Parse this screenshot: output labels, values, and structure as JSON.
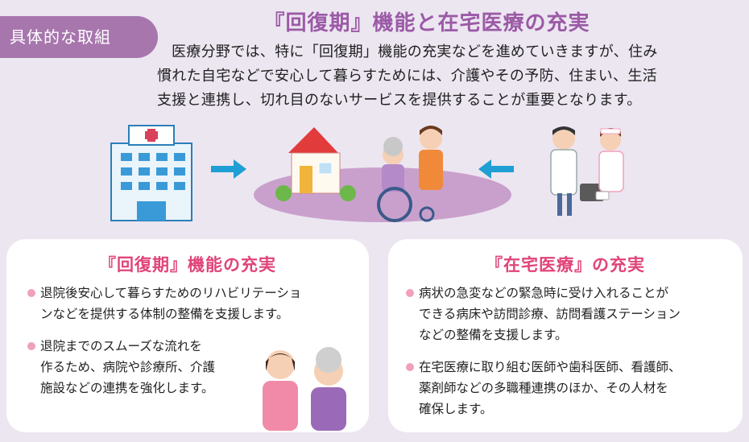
{
  "tag": {
    "label": "具体的な取組"
  },
  "title": "『回復期』機能と在宅医療の充実",
  "intro": {
    "line1": "医療分野では、特に「回復期」機能の充実などを進めていきますが、住み",
    "line2": "慣れた自宅などで安心して暮らすためには、介護やその予防、住まい、生活",
    "line3": "支援と連携し、切れ目のないサービスを提供することが重要となります。"
  },
  "left_card": {
    "title": "『回復期』機能の充実",
    "bullet1": "退院後安心して暮らすためのリハビリテーショ\nンなどを提供する体制の整備を支援します。",
    "bullet2": "退院までのスムーズな流れを\n作るため、病院や診療所、介護\n施設などの連携を強化します。"
  },
  "right_card": {
    "title": "『在宅医療』の充実",
    "bullet1": "病状の急変などの緊急時に受け入れることが\nできる病床や訪問診療、訪問看護ステーション\nなどの整備を支援します。",
    "bullet2": "在宅医療に取り組む医師や歯科医師、看護師、\n薬剤師などの多職種連携のほか、その人材を\n確保します。"
  },
  "colors": {
    "background": "#ece6f1",
    "tag": "#a776ad",
    "title": "#9b5aa6",
    "card_title": "#e0447a",
    "arrow": "#1f9fd3",
    "bullet_dot": "#f0a0bd"
  }
}
